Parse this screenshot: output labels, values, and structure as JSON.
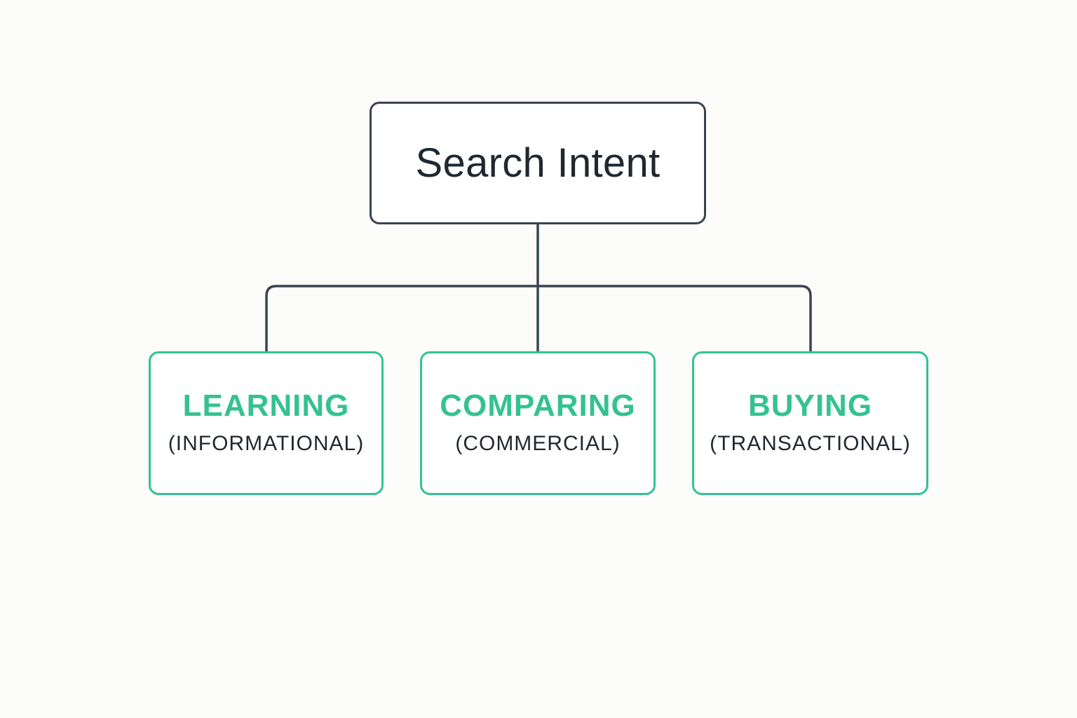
{
  "diagram": {
    "root": {
      "label": "Search Intent"
    },
    "children": [
      {
        "title": "LEARNING",
        "subtitle": "(INFORMATIONAL)"
      },
      {
        "title": "COMPARING",
        "subtitle": "(COMMERCIAL)"
      },
      {
        "title": "BUYING",
        "subtitle": "(TRANSACTIONAL)"
      }
    ],
    "colors": {
      "background": "#fcfcfa",
      "root_border": "#3a4450",
      "connector": "#3a4450",
      "child_border": "#34c28f",
      "child_title": "#34c28f",
      "text_dark": "#1f2830"
    }
  }
}
